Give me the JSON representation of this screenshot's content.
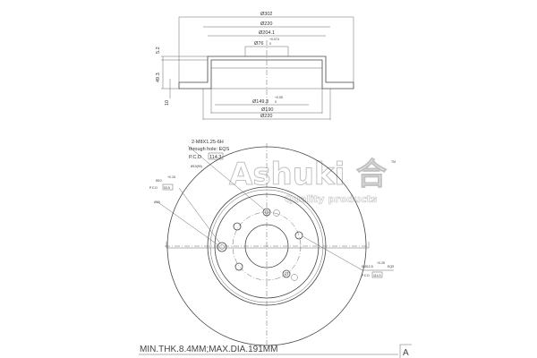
{
  "top_view": {
    "dim_outer": "Ø302",
    "dim_hat_outer": "Ø220",
    "dim_hat_inner": "Ø204.1",
    "dim_center_bore": "Ø76",
    "dim_center_bore_tol": "+0.074",
    "dim_center_bore_tol_low": "0",
    "dim_hat_thickness": "5.2",
    "dim_height": "49.3",
    "dim_disc_thickness": "10",
    "dim_drum": "Ø149.3",
    "dim_drum_tol": "+0.05",
    "dim_drum_tol_low": "0",
    "dim_inner_190": "Ø190",
    "dim_bottom_220": "Ø220"
  },
  "front_view": {
    "thread_note": "2-M8X1.25-6H",
    "thread_note2": "through hole: EQS",
    "pcd_label_1": "P.C.D",
    "pcd_value_1": "114.3",
    "angle_note": "Ø13(90)",
    "pin_hole": "Ø10",
    "pin_hole_tol": "+0.15",
    "pcd_label_2": "P.C.D",
    "pcd_value_2": "53.5",
    "dim_18": "Ø18",
    "bolt_holes": "5-Ø12.5",
    "bolt_holes_tol": "+0.25",
    "bolt_holes_eqs": "EQS",
    "pcd_label_3": "P.C.D",
    "pcd_value_3": "114.3"
  },
  "footer": {
    "spec_note": "MIN.THK.8.4MM;MAX.DIA.191MM",
    "corner_label": "A"
  },
  "watermark": {
    "brand": "Ashuki",
    "brand_symbol": "合",
    "trademark": "TM",
    "tagline": "Quality products"
  }
}
